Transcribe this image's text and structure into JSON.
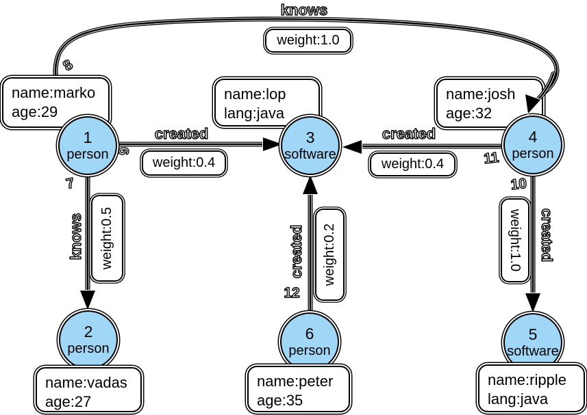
{
  "colors": {
    "node_fill": "#A0D6F6",
    "stroke": "#000000",
    "background": "#FFFFFF"
  },
  "nodes": [
    {
      "id": "1",
      "type": "person",
      "properties": [
        "name:marko",
        "age:29"
      ]
    },
    {
      "id": "2",
      "type": "person",
      "properties": [
        "name:vadas",
        "age:27"
      ]
    },
    {
      "id": "3",
      "type": "software",
      "properties": [
        "name:lop",
        "lang:java"
      ]
    },
    {
      "id": "4",
      "type": "person",
      "properties": [
        "name:josh",
        "age:32"
      ]
    },
    {
      "id": "5",
      "type": "software",
      "properties": [
        "name:ripple",
        "lang:java"
      ]
    },
    {
      "id": "6",
      "type": "person",
      "properties": [
        "name:peter",
        "age:35"
      ]
    }
  ],
  "edges": [
    {
      "id": "7",
      "label": "knows",
      "weight": "weight:0.5",
      "from": "1",
      "to": "2"
    },
    {
      "id": "8",
      "label": "knows",
      "weight": "weight:1.0",
      "from": "1",
      "to": "4"
    },
    {
      "id": "9",
      "label": "created",
      "weight": "weight:0.4",
      "from": "1",
      "to": "3"
    },
    {
      "id": "10",
      "label": "created",
      "weight": "weight:1.0",
      "from": "4",
      "to": "5"
    },
    {
      "id": "11",
      "label": "created",
      "weight": "weight:0.4",
      "from": "4",
      "to": "3"
    },
    {
      "id": "12",
      "label": "created",
      "weight": "weight:0.2",
      "from": "6",
      "to": "3"
    }
  ]
}
